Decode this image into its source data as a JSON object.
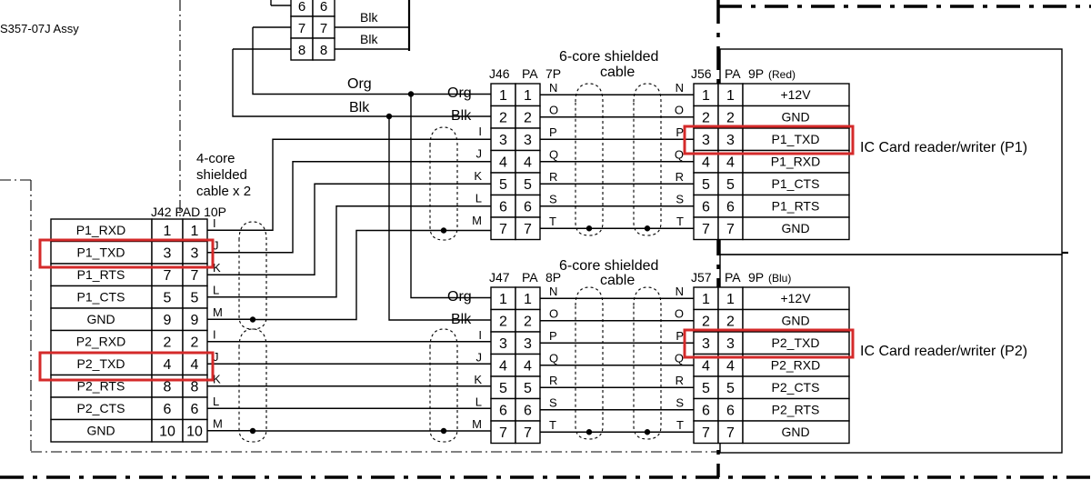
{
  "assembly_label": "S357-07J Assy",
  "top_partial": {
    "rows": [
      [
        "6",
        "6",
        ""
      ],
      [
        "7",
        "7",
        "Blk"
      ],
      [
        "8",
        "8",
        "Blk"
      ]
    ]
  },
  "j42": {
    "title": "J42 PAD 10P",
    "signals": [
      "P1_RXD",
      "P1_TXD",
      "P1_RTS",
      "P1_CTS",
      "GND",
      "P2_RXD",
      "P2_TXD",
      "P2_RTS",
      "P2_CTS",
      "GND"
    ],
    "pins": [
      "1",
      "3",
      "7",
      "5",
      "9",
      "2",
      "4",
      "8",
      "6",
      "10"
    ],
    "pad_pins": [
      "1",
      "3",
      "7",
      "5",
      "9",
      "2",
      "4",
      "8",
      "6",
      "10"
    ],
    "wire_letters": [
      "I",
      "J",
      "K",
      "L",
      "M",
      "I",
      "J",
      "K",
      "L",
      "M"
    ]
  },
  "cable4_label": [
    "4-core",
    "shielded",
    "cable x 2"
  ],
  "j46": {
    "label_j": "J46",
    "label_pa": "PA",
    "label_pins": "7P",
    "pins": [
      "1",
      "2",
      "3",
      "4",
      "5",
      "6",
      "7"
    ],
    "left_letters": [
      "",
      "",
      "I",
      "J",
      "K",
      "L",
      "M"
    ],
    "right_letters": [
      "N",
      "O",
      "P",
      "Q",
      "R",
      "S",
      "T"
    ],
    "org": "Org",
    "blk": "Blk"
  },
  "j47": {
    "label_j": "J47",
    "label_pa": "PA",
    "label_pins": "8P",
    "pins": [
      "1",
      "2",
      "3",
      "4",
      "5",
      "6",
      "7"
    ],
    "left_letters": [
      "",
      "",
      "I",
      "J",
      "K",
      "L",
      "M"
    ],
    "right_letters": [
      "N",
      "O",
      "P",
      "Q",
      "R",
      "S",
      "T"
    ],
    "org": "Org",
    "blk": "Blk"
  },
  "cable6_top_label": [
    "6-core shielded",
    "cable"
  ],
  "cable6_bottom_label": [
    "6-core shielded",
    "cable"
  ],
  "wire_org_label": "Org",
  "wire_blk_label": "Blk",
  "j56": {
    "label_j": "J56",
    "label_pa": "PA",
    "label_pins": "9P",
    "color_note": "(Red)",
    "left_letters": [
      "N",
      "O",
      "P",
      "Q",
      "R",
      "S",
      "T"
    ],
    "pins": [
      "1",
      "2",
      "3",
      "4",
      "5",
      "6",
      "7"
    ],
    "signals": [
      "+12V",
      "GND",
      "P1_TXD",
      "P1_RXD",
      "P1_CTS",
      "P1_RTS",
      "GND"
    ],
    "device": "IC Card reader/writer (P1)"
  },
  "j57": {
    "label_j": "J57",
    "label_pa": "PA",
    "label_pins": "9P",
    "color_note": "(Blu)",
    "left_letters": [
      "N",
      "O",
      "P",
      "Q",
      "R",
      "S",
      "T"
    ],
    "pins": [
      "1",
      "2",
      "3",
      "4",
      "5",
      "6",
      "7"
    ],
    "signals": [
      "+12V",
      "GND",
      "P2_TXD",
      "P2_RXD",
      "P2_CTS",
      "P2_RTS",
      "GND"
    ],
    "device": "IC Card reader/writer (P2)"
  },
  "highlight_color": "#d42a2a",
  "highlights": [
    "J42 P1_TXD",
    "J42 P2_TXD",
    "J56 P1_TXD",
    "J57 P2_TXD"
  ]
}
